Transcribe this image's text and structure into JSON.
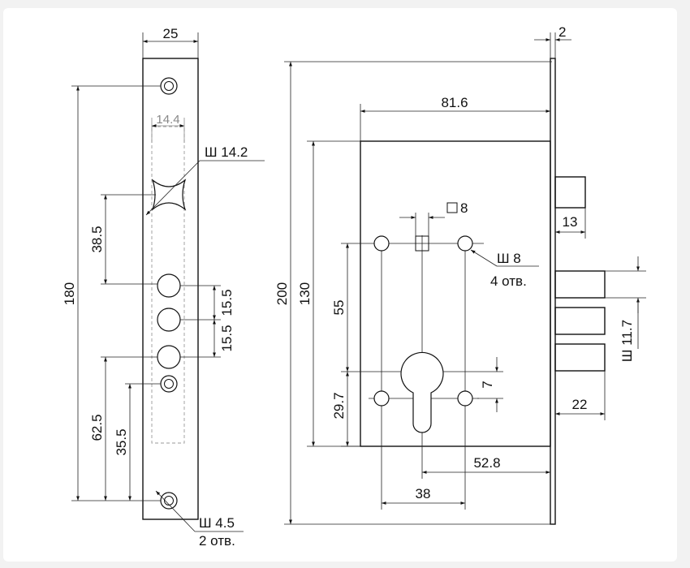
{
  "strike_plate": {
    "width": "25",
    "inner_width": "14.4",
    "curved_slot_diameter": "Ш 14.2",
    "height_total": "180",
    "dim_38_5": "38.5",
    "dim_15_5_top": "15.5",
    "dim_15_5_bottom": "15.5",
    "dim_62_5": "62.5",
    "dim_35_5": "35.5",
    "mounting_hole_diameter": "Ш 4.5",
    "mounting_hole_count": "2 отв."
  },
  "lock_body": {
    "faceplate_thickness": "2",
    "height_total": "200",
    "case_height": "130",
    "backset_width": "81.6",
    "spindle_square": "8",
    "latch_projection": "13",
    "screw_hole_diameter": "Ш 8",
    "screw_hole_count": "4 отв.",
    "dim_55": "55",
    "dim_29_7": "29.7",
    "cylinder_offset": "7",
    "bolt_diameter": "Ш 11.7",
    "bolt_projection": "22",
    "cylinder_backset": "52.8",
    "hole_spacing": "38"
  },
  "colors": {
    "line": "#111111",
    "hidden": "#9a9a9a",
    "background": "#ffffff"
  }
}
